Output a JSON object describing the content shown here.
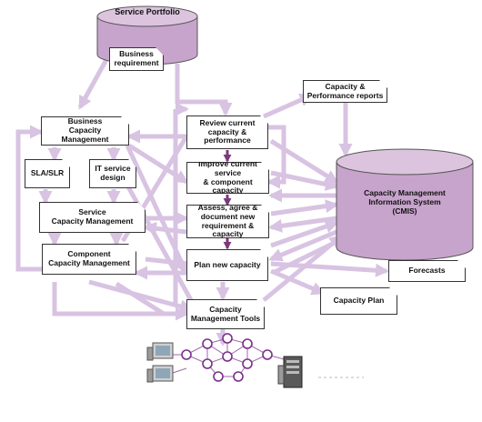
{
  "databases": {
    "service_portfolio": "Service Portfolio",
    "cmis": "Capacity Management\nInformation System\n(CMIS)"
  },
  "documents": {
    "business_requirement": "Business\nrequirement",
    "capacity_performance_reports": "Capacity &\nPerformance reports",
    "forecasts": "Forecasts",
    "capacity_plan": "Capacity Plan"
  },
  "sub_processes": {
    "business_capacity_management": "Business\nCapacity Management",
    "sla_slr": "SLA/SLR",
    "it_service_design": "IT service\ndesign",
    "service_capacity_management": "Service\nCapacity Management",
    "component_capacity_management": "Component\nCapacity Management"
  },
  "activities": {
    "review_capacity": "Review current\ncapacity & performance",
    "improve_service": "Improve current service\n& component capacity",
    "assess_agree": "Assess, agree &\ndocument new\nrequirement & capacity",
    "plan_capacity": "Plan new capacity",
    "capacity_tools": "Capacity\nManagement Tools"
  },
  "colors": {
    "arrow": "#d8c3e2",
    "arrow_dark": "#7a3a7a",
    "database_fill": "#c7a4cb",
    "database_top": "#dcc4df",
    "node": "#7a2f8a"
  }
}
